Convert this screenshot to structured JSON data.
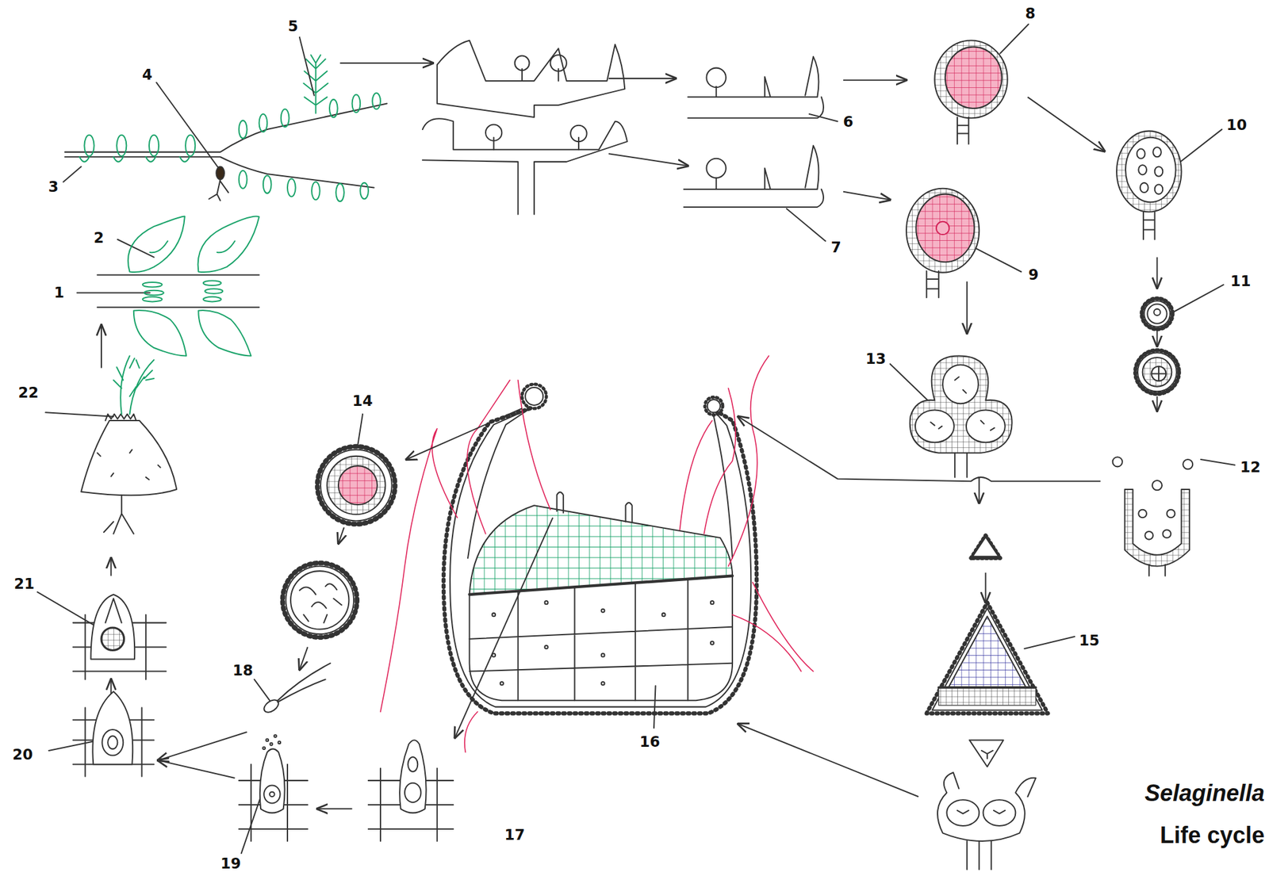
{
  "diagram": {
    "labels": [
      "1",
      "2",
      "3",
      "4",
      "5",
      "6",
      "7",
      "8",
      "9",
      "10",
      "11",
      "12",
      "13",
      "14",
      "15",
      "16",
      "17",
      "18",
      "19",
      "20",
      "21",
      "22",
      "Selaginella",
      "Life cycle"
    ]
  }
}
